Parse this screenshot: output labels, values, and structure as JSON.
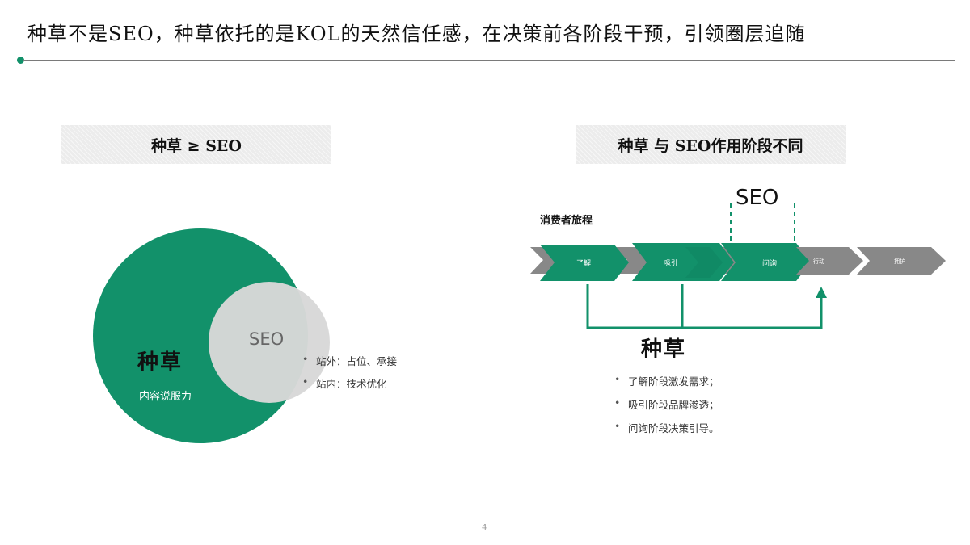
{
  "title": "种草不是SEO，种草依托的是KOL的天然信任感，在决策前各阶段干预，引领圈层追随",
  "left": {
    "header": "种草 ≥ SEO",
    "big_circle_label": "种草",
    "big_circle_sub": "内容说服力",
    "small_circle_label": "SEO",
    "bullets": [
      "站外：占位、承接",
      "站内：技术优化"
    ]
  },
  "right": {
    "header": "种草 与 SEO作用阶段不同",
    "journey_label": "消费者旅程",
    "stages": [
      "了解",
      "吸引",
      "问询",
      "行动",
      "拥护"
    ],
    "seo_label": "SEO",
    "zhongcao_label": "种草",
    "bullets": [
      "了解阶段激发需求；",
      "吸引阶段品牌渗透；",
      "问询阶段决策引导。"
    ]
  },
  "page_number": "4",
  "colors": {
    "accent": "#12916a",
    "gray": "#888888",
    "light_gray": "#d8d8d8"
  }
}
